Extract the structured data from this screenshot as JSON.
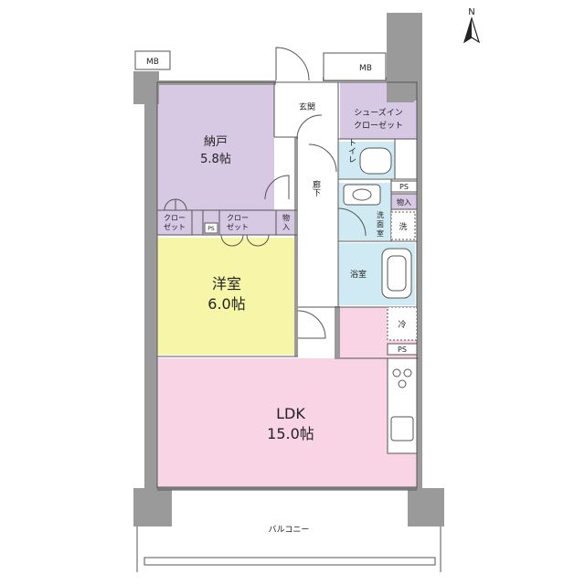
{
  "colors": {
    "storage": "#d7c8e4",
    "western": "#f7f6a8",
    "ldk": "#f8d4e4",
    "wet": "#cfeaf2",
    "wall": "#9a9a9a",
    "line": "#555555"
  },
  "compass": {
    "label": "N"
  },
  "rooms": {
    "nando_name": "納戸",
    "nando_size": "5.8帖",
    "youshitsu_name": "洋室",
    "youshitsu_size": "6.0帖",
    "ldk_name": "LDK",
    "ldk_size": "15.0帖",
    "genkan": "玄関",
    "shoes_line1": "シューズイン",
    "shoes_line2": "クローゼット",
    "toilet": "トイレ",
    "rouka": "廊下",
    "senmen_line1": "洗",
    "senmen_line2": "面",
    "senmen_line3": "室",
    "yokushitsu": "浴室",
    "balcony": "バルコニー"
  },
  "fixtures": {
    "mb_left": "MB",
    "mb_right": "MB",
    "closet1_line1": "クロー",
    "closet1_line2": "ゼット",
    "closet2_line1": "クロー",
    "closet2_line2": "ゼット",
    "ps_small": "PS",
    "monoire_closet_line1": "物",
    "monoire_closet_line2": "入",
    "ps_top": "PS",
    "monoire_bath": "物入",
    "washer": "洗",
    "fridge": "冷",
    "ps_kitchen": "PS"
  }
}
